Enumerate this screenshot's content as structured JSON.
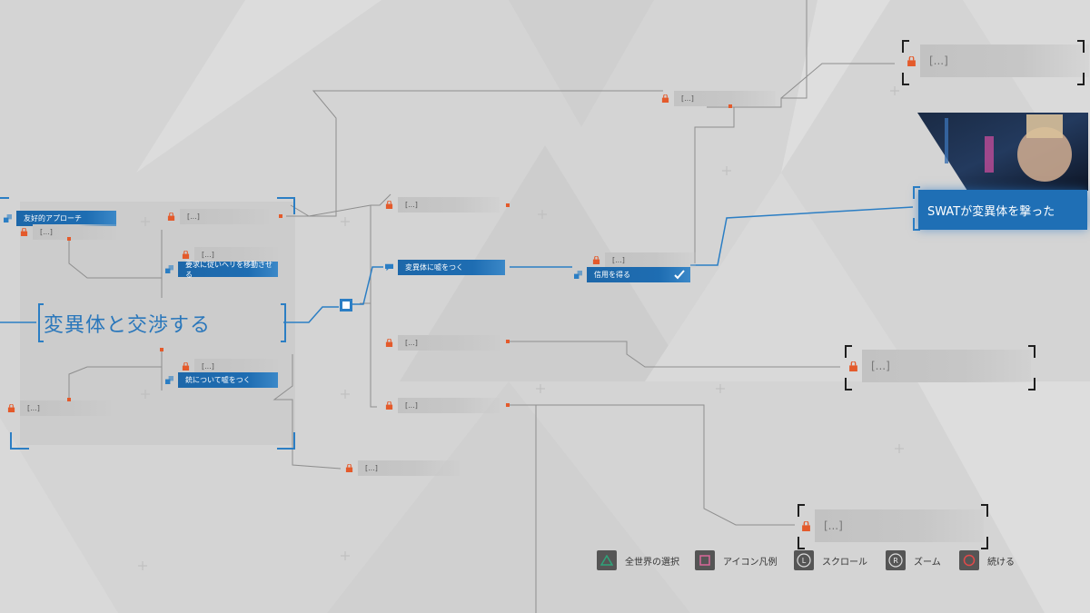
{
  "scene": {
    "title": "変異体と交渉する"
  },
  "nodes": {
    "friendly_approach": "友好的アプローチ",
    "locked_small": "[...]",
    "request_heli": "要求に従いヘリを移動させる",
    "lie_about_gun": "銃について嘘をつく",
    "lie_to_deviant": "変異体に嘘をつく",
    "gain_trust": "信用を得る",
    "locked_large": "[...]",
    "swat_shot": "SWATが変異体を撃った"
  },
  "legend": {
    "select_world": "全世界の選択",
    "icon_legend": "アイコン凡例",
    "scroll": "スクロール",
    "zoom": "ズーム",
    "continue": "続ける",
    "l_glyph": "L",
    "r_glyph": "R"
  },
  "colors": {
    "accent_blue": "#1f6fb5",
    "lock_orange": "#e45a2b",
    "background": "#d4d4d4",
    "triangle_button": "#2fa37a",
    "square_button": "#d9689a",
    "circle_button": "#e34a4a"
  },
  "icons": [
    "lock-icon",
    "dialogue-icon",
    "option-icon",
    "hub-icon",
    "check-icon",
    "triangle-button-icon",
    "square-button-icon",
    "l-stick-icon",
    "r-stick-icon",
    "circle-button-icon"
  ]
}
